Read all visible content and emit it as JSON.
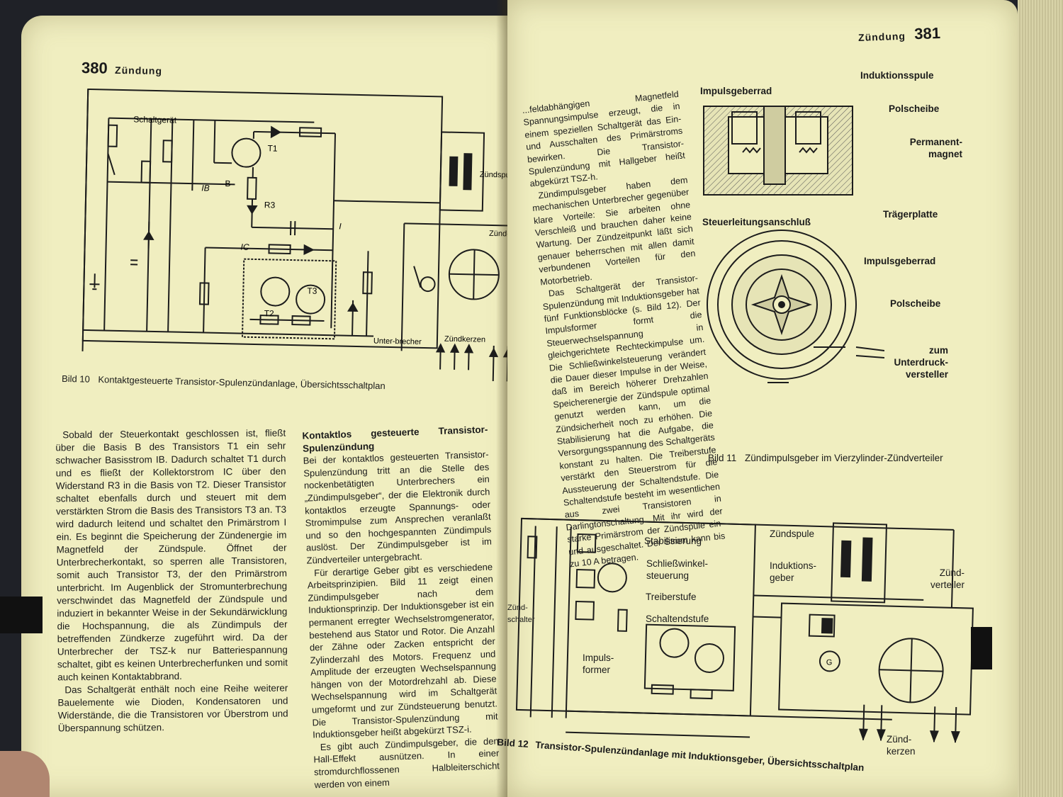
{
  "left_page": {
    "page_number": "380",
    "running_title": "Zündung",
    "figure10": {
      "label_schaltgeraet": "Schaltgerät",
      "label_zuendspule": "Zündspule",
      "label_zuendverteiler": "Zünd-verteiler",
      "label_unterbrecher": "Unter-brecher",
      "label_zuendkerzen": "Zündkerzen",
      "label_T1": "T1",
      "label_T2": "T2",
      "label_T3": "T3",
      "label_R3": "R3",
      "label_B": "B",
      "label_IB": "IB",
      "label_IC": "IC",
      "label_I": "I",
      "caption_number": "Bild 10",
      "caption_text": "Kontaktgesteuerte Transistor-Spulenzündanlage, Übersichtsschaltplan"
    },
    "col1_paragraphs": [
      "Sobald der Steuerkontakt geschlossen ist, fließt über die Basis B des Transistors T1 ein sehr schwacher Basisstrom IB. Dadurch schaltet T1 durch und es fließt der Kollektorstrom IC über den Widerstand R3 in die Basis von T2. Dieser Transistor schaltet ebenfalls durch und steuert mit dem verstärkten Strom die Basis des Transistors T3 an. T3 wird dadurch leitend und schaltet den Primärstrom I ein. Es beginnt die Speicherung der Zündenergie im Magnetfeld der Zündspule. Öffnet der Unterbrecherkontakt, so sperren alle Transistoren, somit auch Transistor T3, der den Primärstrom unterbricht. Im Augenblick der Stromunterbrechung verschwindet das Magnetfeld der Zündspule und induziert in bekannter Weise in der Sekundärwicklung die Hochspannung, die als Zündimpuls der betreffenden Zündkerze zugeführt wird. Da der Unterbrecher der TSZ-k nur Batteriespannung schaltet, gibt es keinen Unterbrecherfunken und somit auch keinen Kontaktabbrand.",
      "Das Schaltgerät enthält noch eine Reihe weiterer Bauelemente wie Dioden, Kondensatoren und Widerstände, die die Transistoren vor Überstrom und Überspannung schützen."
    ],
    "col2_heading": "Kontaktlos gesteuerte Transistor-Spulenzündung",
    "col2_paragraphs": [
      "Bei der kontaktlos gesteuerten Transistor-Spulenzündung tritt an die Stelle des nockenbetätigten Unterbrechers ein „Zündimpulsgeber“, der die Elektronik durch kontaktlos erzeugte Spannungs- oder Stromimpulse zum Ansprechen veranlaßt und so den hochgespannten Zündimpuls auslöst. Der Zündimpulsgeber ist im Zündverteiler untergebracht.",
      "Für derartige Geber gibt es verschiedene Arbeitsprinzipien. Bild 11 zeigt einen Zündimpulsgeber nach dem Induktionsprinzip. Der Induktionsgeber ist ein permanent erregter Wechselstromgenerator, bestehend aus Stator und Rotor. Die Anzahl der Zähne oder Zacken entspricht der Zylinderzahl des Motors. Frequenz und Amplitude der erzeugten Wechselspannung hängen von der Motordrehzahl ab. Diese Wechselspannung wird im Schaltgerät umgeformt und zur Zündsteuerung benutzt. Die Transistor-Spulenzündung mit Induktionsgeber heißt abgekürzt TSZ-i.",
      "Es gibt auch Zündimpulsgeber, die den Hall-Effekt ausnützen. In einer stromdurchflossenen Halbleiterschicht werden von einem"
    ]
  },
  "right_page": {
    "page_number": "381",
    "running_title": "Zündung",
    "col_paragraphs": [
      "...feldabhängigen Magnetfeld Spannungsimpulse erzeugt, die in einem speziellen Schaltgerät das Ein- und Ausschalten des Primärstroms bewirken. Die Transistor-Spulenzündung mit Hallgeber heißt abgekürzt TSZ-h.",
      "Zündimpulsgeber haben dem mechanischen Unterbrecher gegenüber klare Vorteile: Sie arbeiten ohne Verschleiß und brauchen daher keine Wartung. Der Zündzeitpunkt läßt sich genauer beherrschen mit allen damit verbundenen Vorteilen für den Motorbetrieb.",
      "Das Schaltgerät der Transistor-Spulenzündung mit Induktionsgeber hat fünf Funktionsblöcke (s. Bild 12). Der Impulsformer formt die Steuerwechselspannung in gleichgerichtete Rechteckimpulse um. Die Schließwinkelsteuerung verändert die Dauer dieser Impulse in der Weise, daß im Bereich höherer Drehzahlen Speicherenergie der Zündspule optimal genutzt werden kann, um die Zündsicherheit noch zu erhöhen. Die Stabilisierung hat die Aufgabe, die Versorgungsspannung des Schaltgeräts konstant zu halten. Die Treiberstufe verstärkt den Steuerstrom für die Aussteuerung der Schaltendstufe. Die Schaltendstufe besteht im wesentlichen aus zwei Transistoren in Darlingtonschaltung. Mit ihr wird der starke Primärstrom der Zündspule ein- und ausgeschaltet. Der Strom kann bis zu 10 A betragen."
    ],
    "figure11": {
      "label_impulsgeberrad": "Impulsgeberrad",
      "label_induktionsspule": "Induktionsspule",
      "label_polscheibe": "Polscheibe",
      "label_permanentmagnet": "Permanent-magnet",
      "label_traegerplatte": "Trägerplatte",
      "label_steuerleitungsanschluss": "Steuerleitungsanschluß",
      "label_impulsgeberrad2": "Impulsgeberrad",
      "label_polscheibe2": "Polscheibe",
      "label_unterdruckversteller": "zum Unterdruck-versteller",
      "caption_number": "Bild 11",
      "caption_text": "Zündimpulsgeber im Vierzylinder-Zündverteiler"
    },
    "figure12": {
      "label_stabilisierung": "Stabilisierung",
      "label_schliesswinkelsteuerung": "Schließwinkel-steuerung",
      "label_treiberstufe": "Treiberstufe",
      "label_schaltendstufe": "Schaltendstufe",
      "label_impulsformer": "Impuls-former",
      "label_zuendschalter": "Zünd-schalter",
      "label_zuendspule": "Zündspule",
      "label_induktionsgeber": "Induktions-geber",
      "label_zuendverteiler": "Zünd-verteiler",
      "label_zuendkerzen": "Zünd-kerzen",
      "label_G": "G",
      "caption_number": "Bild 12",
      "caption_text": "Transistor-Spulenzündanlage mit Induktionsgeber, Übersichtsschaltplan"
    }
  }
}
